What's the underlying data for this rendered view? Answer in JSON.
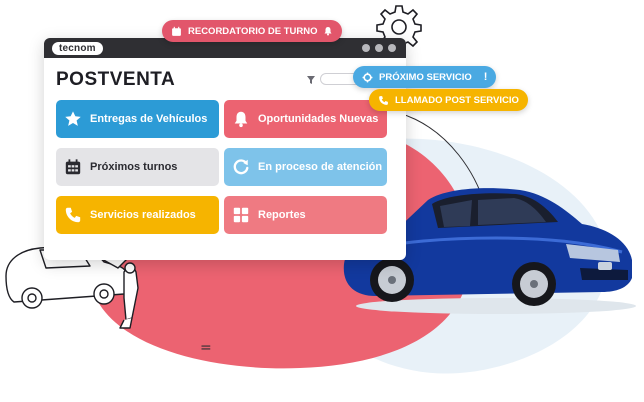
{
  "window": {
    "brand": "tecnom",
    "title": "POSTVENTA"
  },
  "tiles": [
    {
      "label": "Entregas de Vehículos",
      "icon": "star-icon"
    },
    {
      "label": "Oportunidades Nuevas",
      "icon": "bell-icon"
    },
    {
      "label": "Próximos turnos",
      "icon": "calendar-icon"
    },
    {
      "label": "En proceso de atención",
      "icon": "refresh-icon"
    },
    {
      "label": "Servicios realizados",
      "icon": "phone-icon"
    },
    {
      "label": "Reportes",
      "icon": "grid-icon"
    }
  ],
  "notifications": {
    "recordatorio": "RECORDATORIO DE TURNO",
    "proximo": "PRÓXIMO SERVICIO",
    "llamado": "LLAMADO POST SERVICIO"
  },
  "colors": {
    "blue": "#2c9bd6",
    "red": "#ec6371",
    "yellow": "#f6b400",
    "light_blue": "#7ec3ea",
    "blob": "#ec6371",
    "dark": "#2f2f33"
  }
}
